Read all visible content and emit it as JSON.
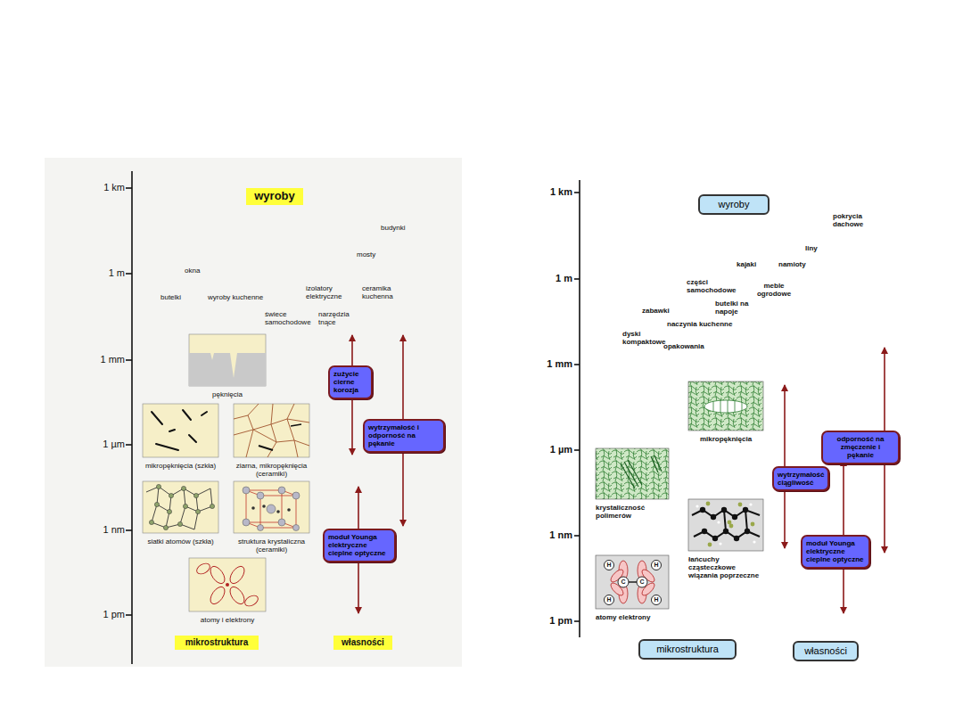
{
  "diagram": {
    "nodes": [
      {
        "text": [
          "wyroby"
        ]
      },
      {
        "text": [
          "pęknięcia"
        ]
      },
      {
        "text": [
          "zużycie cierne korozja"
        ]
      },
      {
        "text": [
          "wytrzymałość i odporność na pękanie"
        ]
      },
      {
        "text": [
          "mikropęknięcia (szkła)"
        ]
      },
      {
        "text": [
          "ziarna, mikropęknięcia (ceramiki)"
        ]
      },
      {
        "text": [
          "siatki atomów (szkła)"
        ]
      },
      {
        "text": [
          "struktura krystaliczna (ceramiki)"
        ]
      },
      {
        "text": [
          "moduł Younga elektryczne cieplne optyczne"
        ]
      },
      {
        "text": [
          "atomy i elektrony"
        ]
      },
      {
        "text": [
          "mikrostruktura"
        ]
      },
      {
        "text": [
          "własności"
        ]
      },
      {
        "text": [
          "wyroby"
        ]
      },
      {
        "text": [
          "mikropęknięcia"
        ]
      },
      {
        "text": [
          "odporność na zmęczenie i pękanie"
        ]
      },
      {
        "text": [
          "krystaliczność polimerów"
        ]
      },
      {
        "text": [
          "wytrzymałość ciągliwość"
        ]
      },
      {
        "text": [
          "łańcuchy cząsteczkowe wiązania poprzeczne"
        ]
      },
      {
        "text": [
          "moduł Younga elektryczne cieplne optyczne"
        ]
      },
      {
        "text": [
          "atomy elektrony"
        ]
      },
      {
        "text": [
          "mikrostruktura"
        ]
      },
      {
        "text": [
          "własności"
        ]
      }
    ],
    "labels": [
      "1 km",
      "1 m",
      "1 mm",
      "1 µm",
      "1 nm",
      "1 pm",
      "budynki",
      "mosty",
      "okna",
      "butelki",
      "wyroby kuchenne",
      "izolatory elektryczne",
      "ceramika kuchenna",
      "świece samochodowe",
      "narzędzia tnące",
      "1 km",
      "1 m",
      "1 mm",
      "1 µm",
      "1 nm",
      "1 pm",
      "pokrycia dachowe",
      "liny",
      "kajaki",
      "namioty",
      "części samochodowe",
      "meble ogrodowe",
      "butelki na napoje",
      "zabawki",
      "naczynia kuchenne",
      "dyski kompaktowe",
      "opakowania",
      "H",
      "H",
      "H",
      "H",
      "C",
      "C"
    ]
  }
}
